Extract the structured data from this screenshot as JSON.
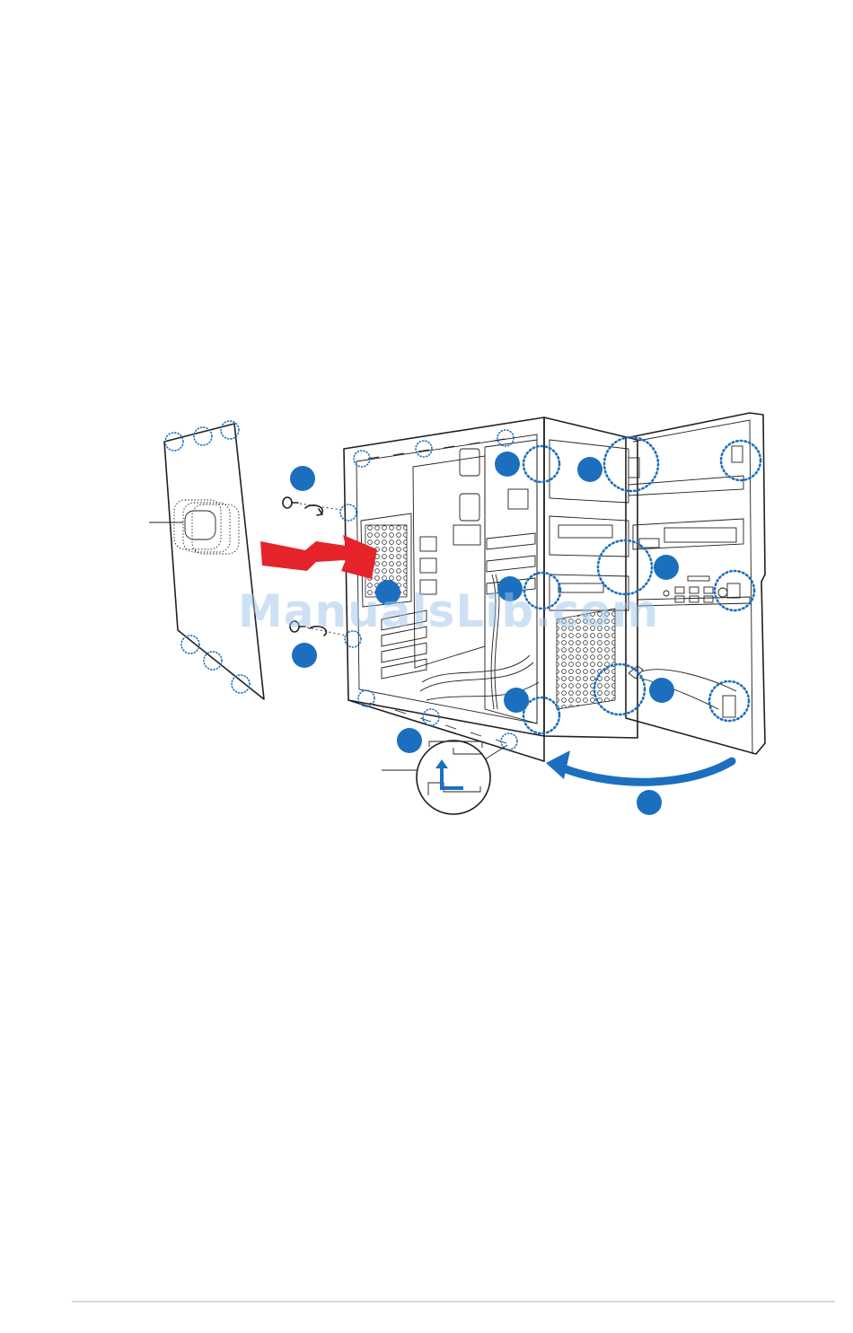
{
  "watermark": {
    "text": "ManualsLib.com"
  },
  "colors": {
    "marker": "#1c6fbf",
    "arrow_push": "#e4232b",
    "arrow_swing": "#1c6fbf",
    "highlight_dots": "#1c6fbf",
    "watermark": "#9fc4ea",
    "footer_rule": "#d9d9d9",
    "line": "#231f20"
  },
  "diagram": {
    "markers": [
      {
        "label": ""
      },
      {
        "label": ""
      },
      {
        "label": ""
      },
      {
        "label": ""
      },
      {
        "label": ""
      },
      {
        "label": ""
      },
      {
        "label": ""
      },
      {
        "label": ""
      },
      {
        "label": ""
      },
      {
        "label": ""
      },
      {
        "label": ""
      }
    ],
    "arrows": [
      {
        "name": "push-side-panel-arrow",
        "color": "arrow_push"
      },
      {
        "name": "swing-front-panel-arrow",
        "color": "arrow_swing"
      }
    ]
  }
}
